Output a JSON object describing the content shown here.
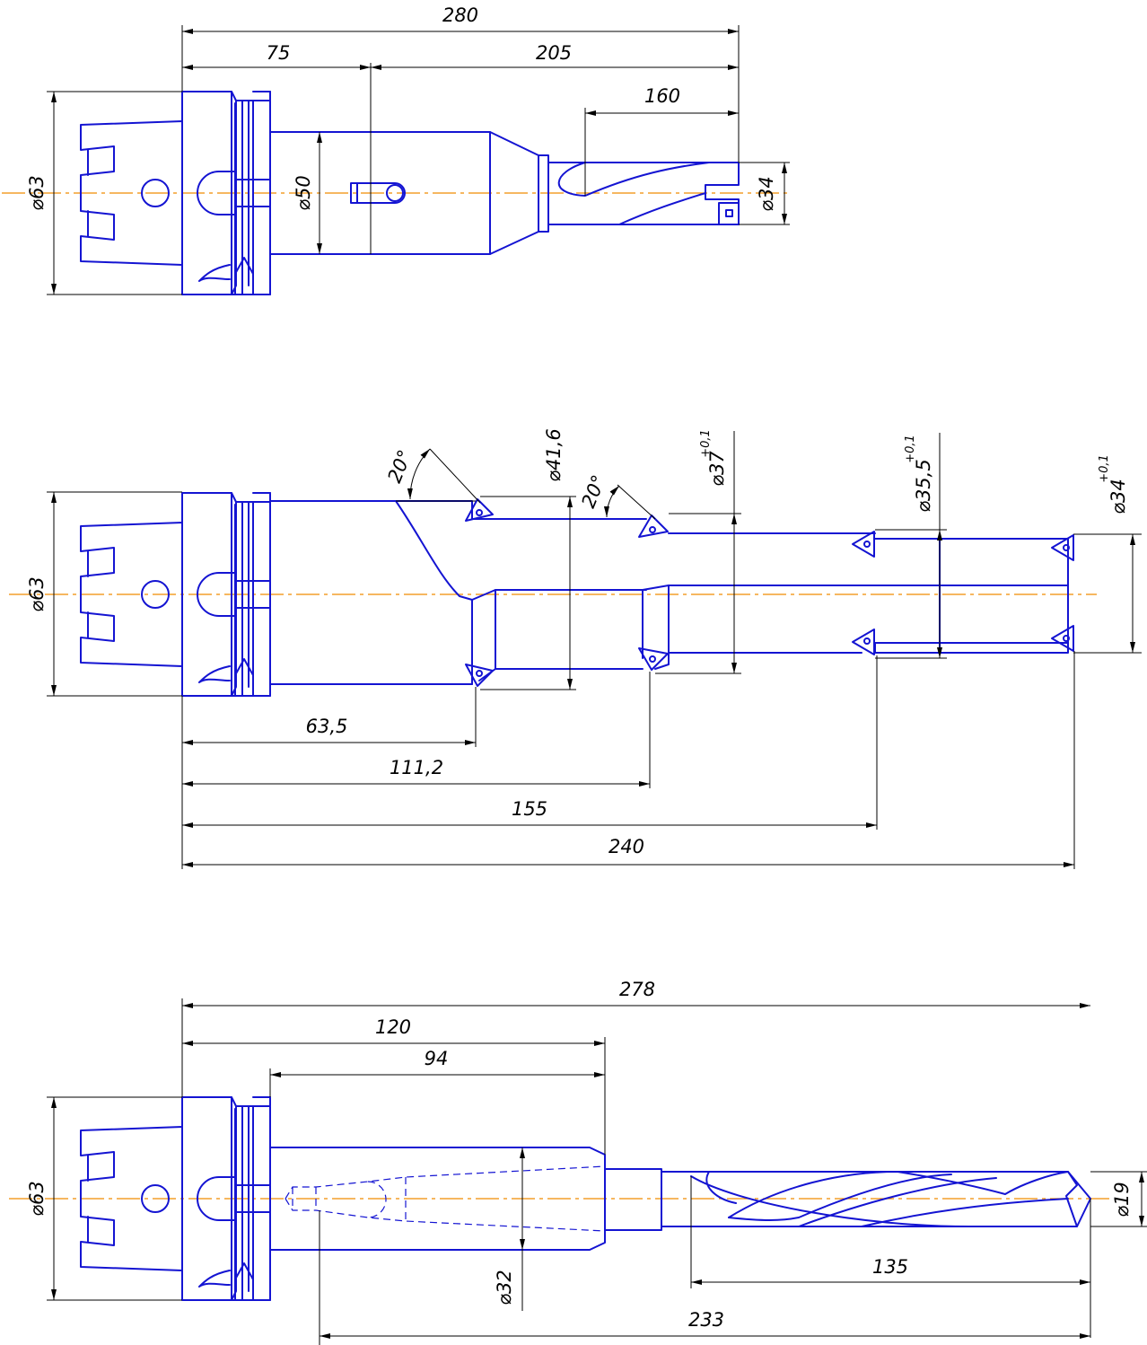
{
  "colors": {
    "object_lines": "#1414d2",
    "axis_lines": "#f08c00",
    "dimension_lines": "#000000"
  },
  "tool1": {
    "overall_length": "280",
    "holder_length": "75",
    "extension_length": "205",
    "drill_length": "160",
    "holder_diameter": "⌀63",
    "body_diameter": "⌀50",
    "drill_diameter": "⌀34"
  },
  "tool2": {
    "holder_diameter": "⌀63",
    "angle_1": "20°",
    "angle_2": "20°",
    "step1_diameter": "⌀41,6",
    "step2_diameter": "⌀37",
    "step2_tolerance": "+0,1",
    "step3_diameter": "⌀35,5",
    "step3_tolerance": "+0,1",
    "step4_diameter": "⌀34",
    "step4_tolerance": "+0,1",
    "len_step1": "63,5",
    "len_step2": "111,2",
    "len_step3": "155",
    "len_total": "240"
  },
  "tool3": {
    "overall_length": "278",
    "holder_length": "120",
    "sleeve_length": "94",
    "holder_diameter": "⌀63",
    "sleeve_diameter": "⌀32",
    "drill_diameter": "⌀19",
    "flute_length": "135",
    "drill_length": "233"
  }
}
